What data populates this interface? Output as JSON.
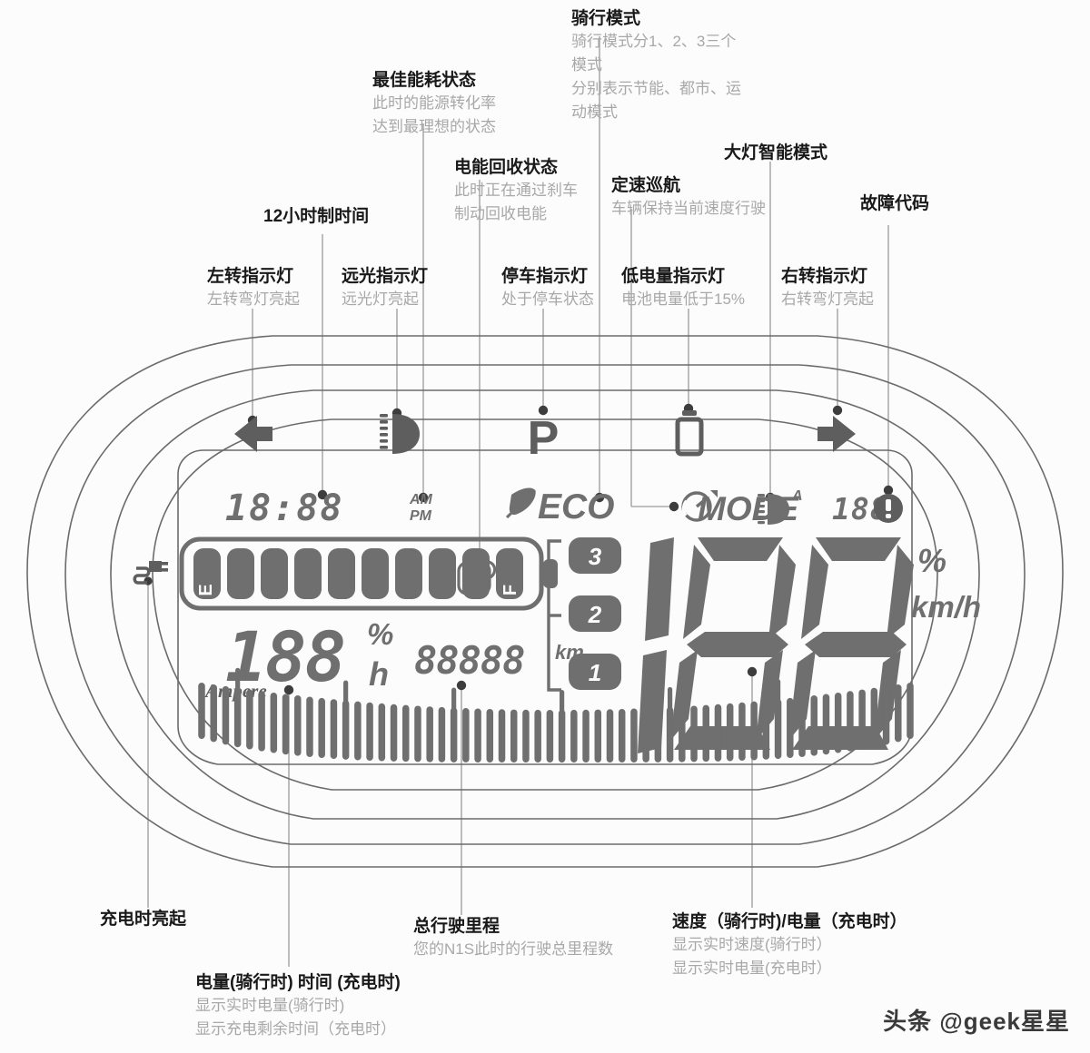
{
  "diagram": {
    "subject": "NIU N1S electric scooter LCD dashboard annotated diagram",
    "watermark": "头条 @geek星星"
  },
  "callouts": [
    {
      "id": "ride-mode",
      "title": "骑行模式",
      "desc": [
        "骑行模式分1、2、3三个",
        "模式",
        "分别表示节能、都市、运",
        "动模式"
      ]
    },
    {
      "id": "best-eco",
      "title": "最佳能耗状态",
      "desc": [
        "此时的能源转化率",
        "达到最理想的状态"
      ]
    },
    {
      "id": "regen",
      "title": "电能回收状态",
      "desc": [
        "此时正在通过刹车",
        "制动回收电能"
      ]
    },
    {
      "id": "headlight-auto",
      "title": "大灯智能模式",
      "desc": []
    },
    {
      "id": "cruise",
      "title": "定速巡航",
      "desc": [
        "车辆保持当前速度行驶"
      ]
    },
    {
      "id": "fault-code",
      "title": "故障代码",
      "desc": []
    },
    {
      "id": "clock12",
      "title": "12小时制时间",
      "desc": []
    },
    {
      "id": "left-turn",
      "title": "左转指示灯",
      "desc": [
        "左转弯灯亮起"
      ]
    },
    {
      "id": "high-beam",
      "title": "远光指示灯",
      "desc": [
        "远光灯亮起"
      ]
    },
    {
      "id": "parking",
      "title": "停车指示灯",
      "desc": [
        "处于停车状态"
      ]
    },
    {
      "id": "low-battery",
      "title": "低电量指示灯",
      "desc": [
        "电池电量低于15%"
      ]
    },
    {
      "id": "right-turn",
      "title": "右转指示灯",
      "desc": [
        "右转弯灯亮起"
      ]
    },
    {
      "id": "charging",
      "title": "充电时亮起",
      "desc": []
    },
    {
      "id": "battery-time",
      "title": "电量(骑行时) 时间 (充电时)",
      "desc": [
        "显示实时电量(骑行时)",
        "显示充电剩余时间（充电时）"
      ]
    },
    {
      "id": "odometer",
      "title": "总行驶里程",
      "desc": [
        "您的N1S此时的行驶总里程数"
      ]
    },
    {
      "id": "speed-charge",
      "title": "速度（骑行时)/电量（充电时）",
      "desc": [
        "显示实时速度(骑行时）",
        "显示实时电量(充电时）"
      ]
    }
  ],
  "lcd": {
    "clock": "18:88",
    "ampm": {
      "am": "AM",
      "pm": "PM"
    },
    "eco": "ECO",
    "mode_label": "MODE",
    "mode_levels": [
      "3",
      "2",
      "1"
    ],
    "fault_code": "188",
    "speed_value": "188",
    "unit_percent": "%",
    "unit_speed": "km/h",
    "battery_empty": "E",
    "battery_full": "F",
    "battery_bars": 10,
    "soc_value": "188",
    "soc_percent": "%",
    "soc_hours": "h",
    "odometer_value": "88888",
    "odometer_unit": "km",
    "ampere_label": "Ampere",
    "ampere_bars": 60,
    "regen_icon_letter": "R"
  },
  "tell_tales": [
    {
      "id": "left-arrow-icon",
      "label": "左转"
    },
    {
      "id": "high-beam-icon",
      "label": "远光"
    },
    {
      "id": "parking-icon",
      "label": "P"
    },
    {
      "id": "low-battery-icon",
      "label": "低电量"
    },
    {
      "id": "right-arrow-icon",
      "label": "右转"
    }
  ],
  "colors": {
    "segment": "#6f6f6f",
    "outline": "#6b6b6b",
    "title_text": "#191919",
    "desc_text": "#a8a8a8",
    "background": "#fcfcfc"
  }
}
